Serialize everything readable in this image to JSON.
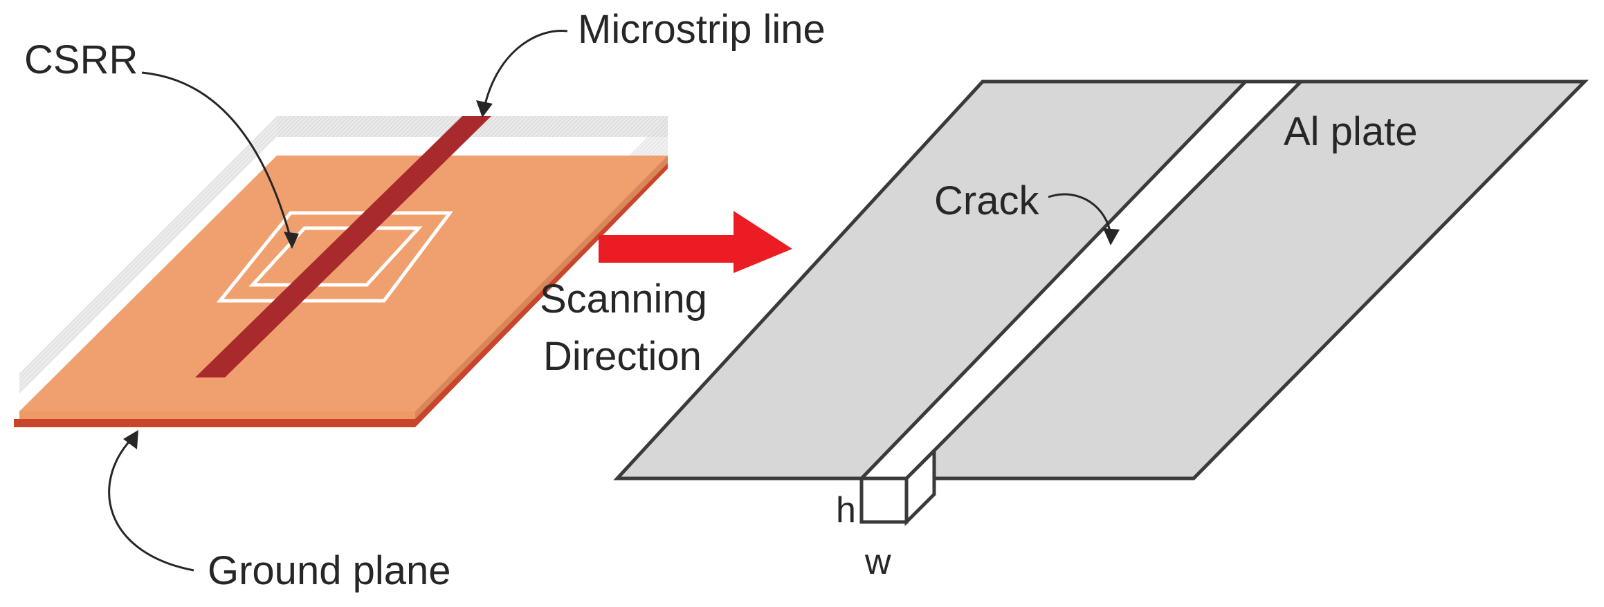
{
  "labels": {
    "csrr": "CSRR",
    "microstrip_line": "Microstrip line",
    "ground_plane": "Ground plane",
    "scanning_line1": "Scanning",
    "scanning_line2": "Direction",
    "crack": "Crack",
    "al_plate": "Al plate",
    "crack_height": "h",
    "crack_width": "w"
  },
  "colors": {
    "substrate_top": "#f0a06e",
    "substrate_front": "#ee9a66",
    "substrate_side": "#d9865a",
    "ground_plane_edge": "#c8452c",
    "microstrip": "#a82a2c",
    "csrr_ring": "#ffffff",
    "glass_cover": "#d9d9d9",
    "arrow": "#ec1c24",
    "plate_fill": "#d7d7d7",
    "plate_stroke": "#3a3a3a",
    "crack_fill": "#ffffff",
    "text": "#262626"
  }
}
